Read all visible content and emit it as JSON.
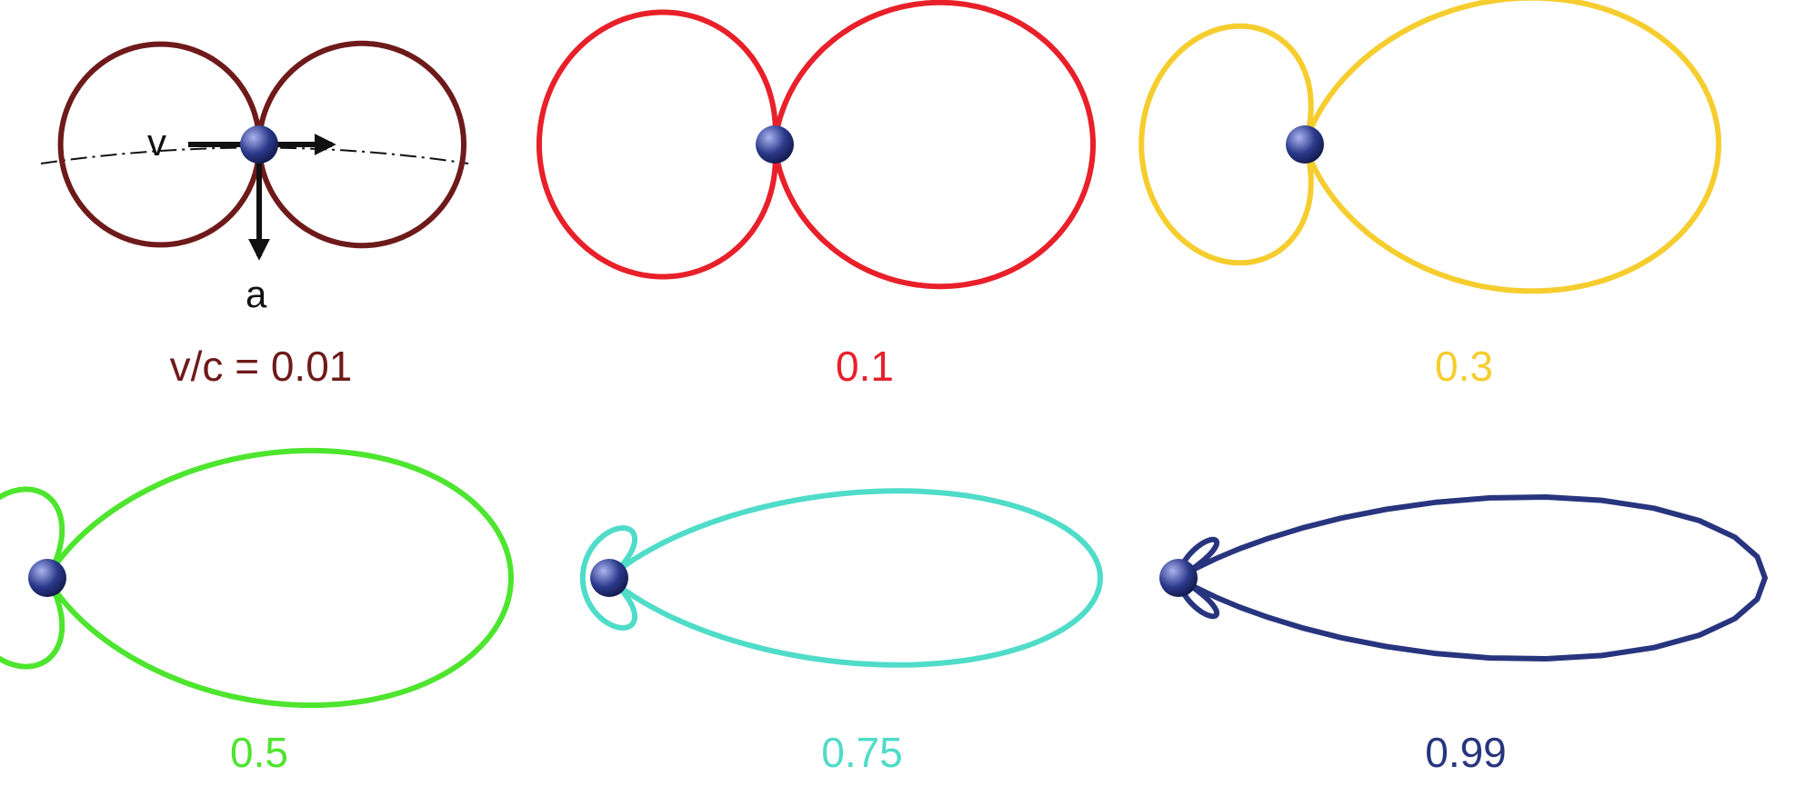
{
  "panels": [
    {
      "id": "p1",
      "beta": 0.01,
      "label": "v/c = 0.01",
      "color": "#6e1a1a",
      "dipole": true
    },
    {
      "id": "p2",
      "beta": 0.1,
      "label": "0.1",
      "color": "#e8202a"
    },
    {
      "id": "p3",
      "beta": 0.3,
      "label": "0.3",
      "color": "#f5cd2e"
    },
    {
      "id": "p4",
      "beta": 0.5,
      "label": "0.5",
      "color": "#4de52e"
    },
    {
      "id": "p5",
      "beta": 0.75,
      "label": "0.75",
      "color": "#4fdcc8"
    },
    {
      "id": "p6",
      "beta": 0.99,
      "label": "0.99",
      "color": "#28357e"
    }
  ],
  "vectors": {
    "velocity_label": "v",
    "acceleration_label": "a",
    "arrow_color": "#111111"
  },
  "particle": {
    "color": "#2c3a8c",
    "highlight": "#aab4f0"
  }
}
